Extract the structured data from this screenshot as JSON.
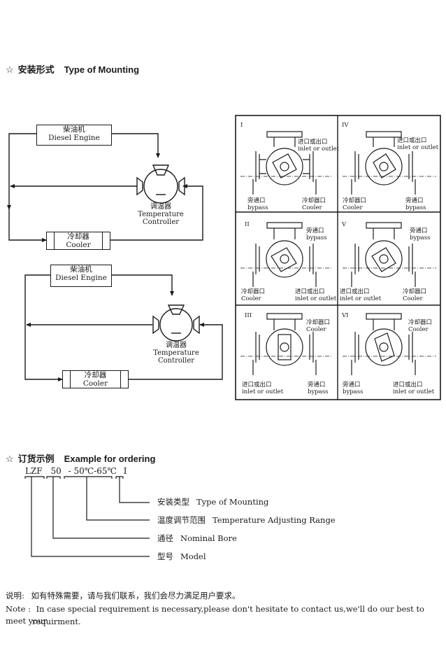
{
  "mounting": {
    "title_cn": "安装形式",
    "title_en": "Type of Mounting"
  },
  "circuit_top": {
    "engine_cn": "柴油机",
    "engine_en": "Diesel Engine",
    "controller_cn": "调温器",
    "controller_en1": "Temperature",
    "controller_en2": "Controller",
    "cooler_cn": "冷却器",
    "cooler_en": "Cooler"
  },
  "circuit_bottom": {
    "engine_cn": "柴油机",
    "engine_en": "Diesel Engine",
    "controller_cn": "调温器",
    "controller_en1": "Temperature",
    "controller_en2": "Controller",
    "cooler_cn": "冷却器",
    "cooler_en": "Cooler"
  },
  "panels": [
    {
      "numeral": "I",
      "a_cn": "进口或出口",
      "a_en": "inlet or outlet",
      "b_cn": "旁通口",
      "b_en": "bypass",
      "c_cn": "冷却器口",
      "c_en": "Cooler"
    },
    {
      "numeral": "IV",
      "a_cn": "进口或出口",
      "a_en": "inlet or outlet",
      "b_cn": "冷却器口",
      "b_en": "Cooler",
      "c_cn": "旁通口",
      "c_en": "bypass"
    },
    {
      "numeral": "II",
      "a_cn": "旁通口",
      "a_en": "bypass",
      "b_cn": "冷却器口",
      "b_en": "Cooler",
      "c_cn": "进口或出口",
      "c_en": "inlet or outlet"
    },
    {
      "numeral": "V",
      "a_cn": "旁通口",
      "a_en": "bypass",
      "b_cn": "进口或出口",
      "b_en": "inlet or outlet",
      "c_cn": "冷却器口",
      "c_en": "Cooler"
    },
    {
      "numeral": "III",
      "a_cn": "冷却器口",
      "a_en": "Cooler",
      "b_cn": "进口或出口",
      "b_en": "inlet or outlet",
      "c_cn": "旁通口",
      "c_en": "bypass"
    },
    {
      "numeral": "VI",
      "a_cn": "冷却器口",
      "a_en": "Cooler",
      "b_cn": "旁通口",
      "b_en": "bypass",
      "c_cn": "进口或出口",
      "c_en": "inlet or outlet"
    }
  ],
  "ordering": {
    "title_cn": "订货示例",
    "title_en": "Example for ordering",
    "code": {
      "model": "LZF",
      "bore": "50",
      "range": "- 50℃-65℃",
      "mount": "I"
    },
    "rows": [
      {
        "cn": "安装类型",
        "en": "Type of Mounting"
      },
      {
        "cn": "温度调节范围",
        "en": "Temperature Adjusting Range"
      },
      {
        "cn": "通径",
        "en": "Nominal Bore"
      },
      {
        "cn": "型号",
        "en": "Model"
      }
    ]
  },
  "note": {
    "cn_label": "说明:",
    "cn_text": "如有特殊需要，请与我们联系，我们会尽力满足用户要求。",
    "en_label": "Note :",
    "en_text_1": "In case special requirement is necessary,please don't hesitate to contact us,we'll do our best to meet your",
    "en_text_2": "requirment."
  },
  "star_symbol": "☆"
}
